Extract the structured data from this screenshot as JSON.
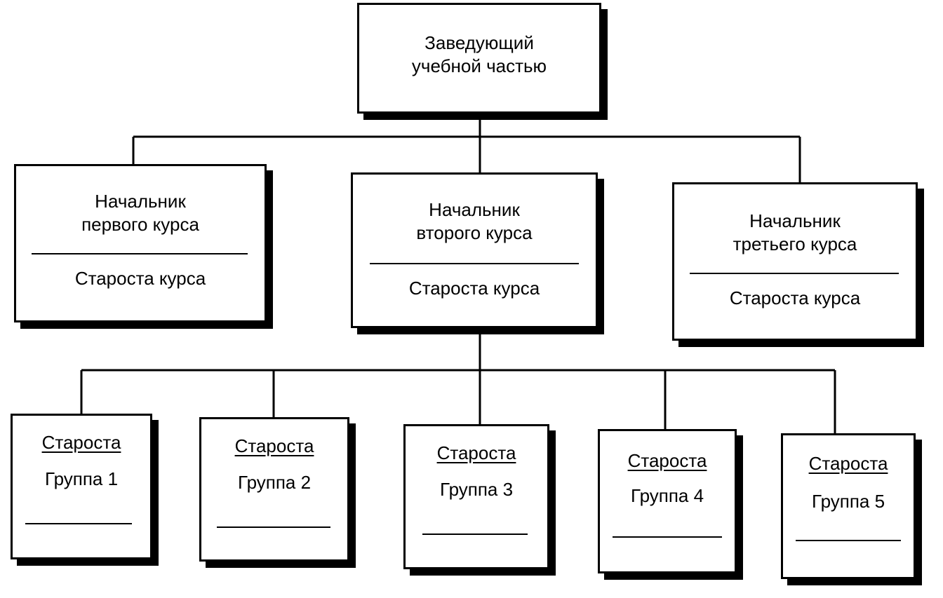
{
  "head": {
    "title": "Заведующий\nучебной частью"
  },
  "courses": [
    {
      "title": "Начальник\nпервого курса",
      "sub": "Староста курса"
    },
    {
      "title": "Начальник\nвторого курса",
      "sub": "Староста курса"
    },
    {
      "title": "Начальник\nтретьего курса",
      "sub": "Староста курса"
    }
  ],
  "groups": [
    {
      "title": "Староста",
      "sub": "Группа 1"
    },
    {
      "title": "Староста",
      "sub": "Группа 2"
    },
    {
      "title": "Староста",
      "sub": "Группа 3"
    },
    {
      "title": "Староста",
      "sub": "Группа 4"
    },
    {
      "title": "Староста",
      "sub": "Группа 5"
    }
  ]
}
